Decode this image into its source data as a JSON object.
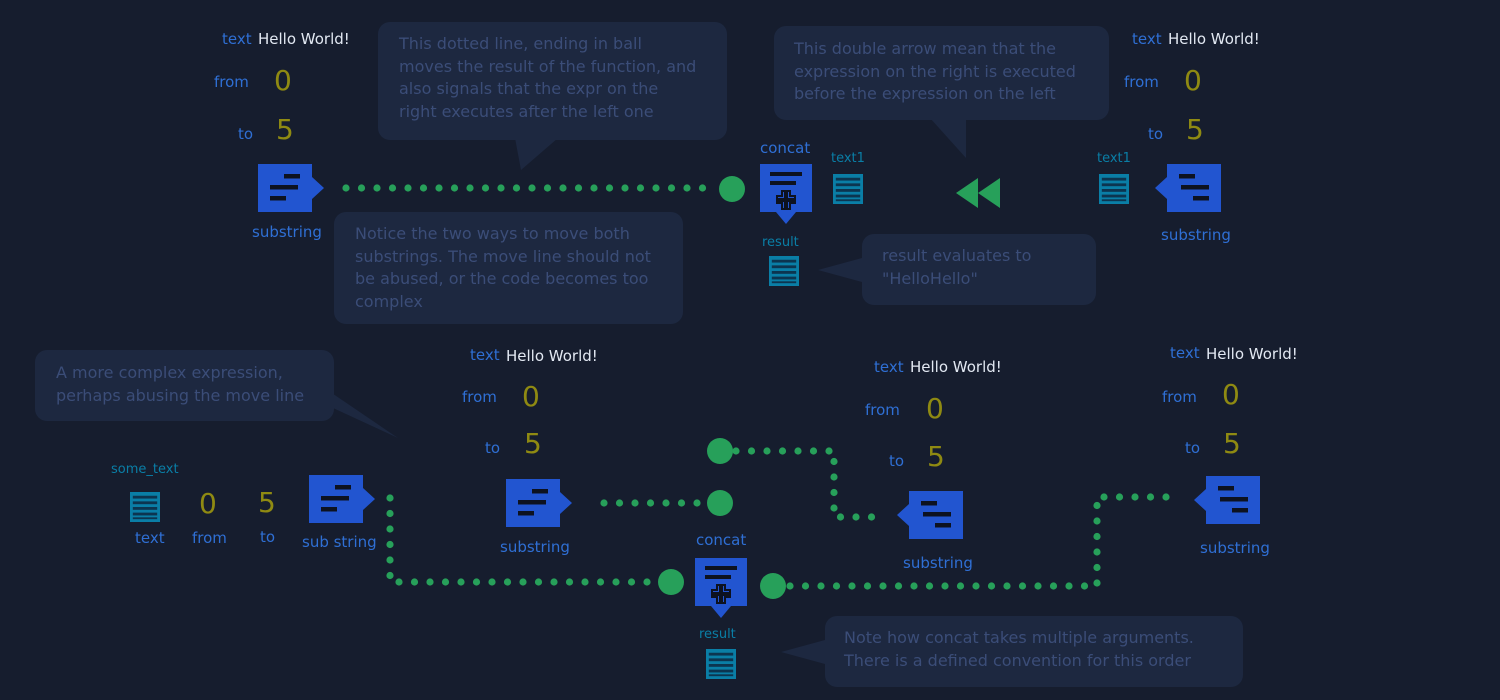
{
  "colors": {
    "background": "#161d2e",
    "bubble": "#1d2840",
    "bubble_text": "#3b4d78",
    "function_block": "#2255d0",
    "variable_icon": "#0a7ea6",
    "keyword": "#2f6fd4",
    "number": "#8f8a12",
    "string_value": "#e2e8f2",
    "connector": "#27a05a"
  },
  "icons": {
    "substring": "substring-function-icon",
    "concat": "concat-function-icon",
    "variable": "variable-icon",
    "execute_before": "double-arrow-left-icon",
    "move_end": "ball-icon"
  },
  "top": {
    "left_substring": {
      "text_key": "text",
      "text_value": "Hello World!",
      "from_key": "from",
      "from_value": "0",
      "to_key": "to",
      "to_value": "5",
      "label": "substring"
    },
    "right_substring": {
      "text_key": "text",
      "text_value": "Hello World!",
      "from_key": "from",
      "from_value": "0",
      "to_key": "to",
      "to_value": "5",
      "label": "substring",
      "var_label": "text1"
    },
    "concat": {
      "label": "concat",
      "var_label": "text1",
      "result_label": "result"
    },
    "bubbles": {
      "dotted_line": [
        "This dotted line, ending in ball",
        "moves the result of the function, and",
        "also signals that the expr on the",
        "right executes after the left one"
      ],
      "double_arrow": [
        "This double arrow mean that the",
        "expression on the right is executed",
        "before the expression on the left"
      ],
      "move_both": [
        "Notice the two ways to move both",
        "substrings. The move line should not",
        "be abused, or the code becomes too",
        "complex"
      ],
      "result_eval": [
        "result evaluates to",
        "\"HelloHello\""
      ]
    }
  },
  "bottom": {
    "vars": {
      "some_text": "some_text",
      "text_label": "text",
      "from_value": "0",
      "from_label": "from",
      "to_value": "5",
      "to_label": "to",
      "func_label": "sub string"
    },
    "sub1": {
      "text_key": "text",
      "text_value": "Hello World!",
      "from_key": "from",
      "from_value": "0",
      "to_key": "to",
      "to_value": "5",
      "label": "substring"
    },
    "sub2": {
      "text_key": "text",
      "text_value": "Hello World!",
      "from_key": "from",
      "from_value": "0",
      "to_key": "to",
      "to_value": "5",
      "label": "substring"
    },
    "sub3": {
      "text_key": "text",
      "text_value": "Hello World!",
      "from_key": "from",
      "from_value": "0",
      "to_key": "to",
      "to_value": "5",
      "label": "substring"
    },
    "concat": {
      "label": "concat",
      "result_label": "result"
    },
    "bubbles": {
      "complex": [
        "A more complex expression,",
        "perhaps abusing the move line"
      ],
      "note": [
        "Note how concat takes multiple arguments.",
        "There is a defined convention for this order"
      ]
    }
  }
}
